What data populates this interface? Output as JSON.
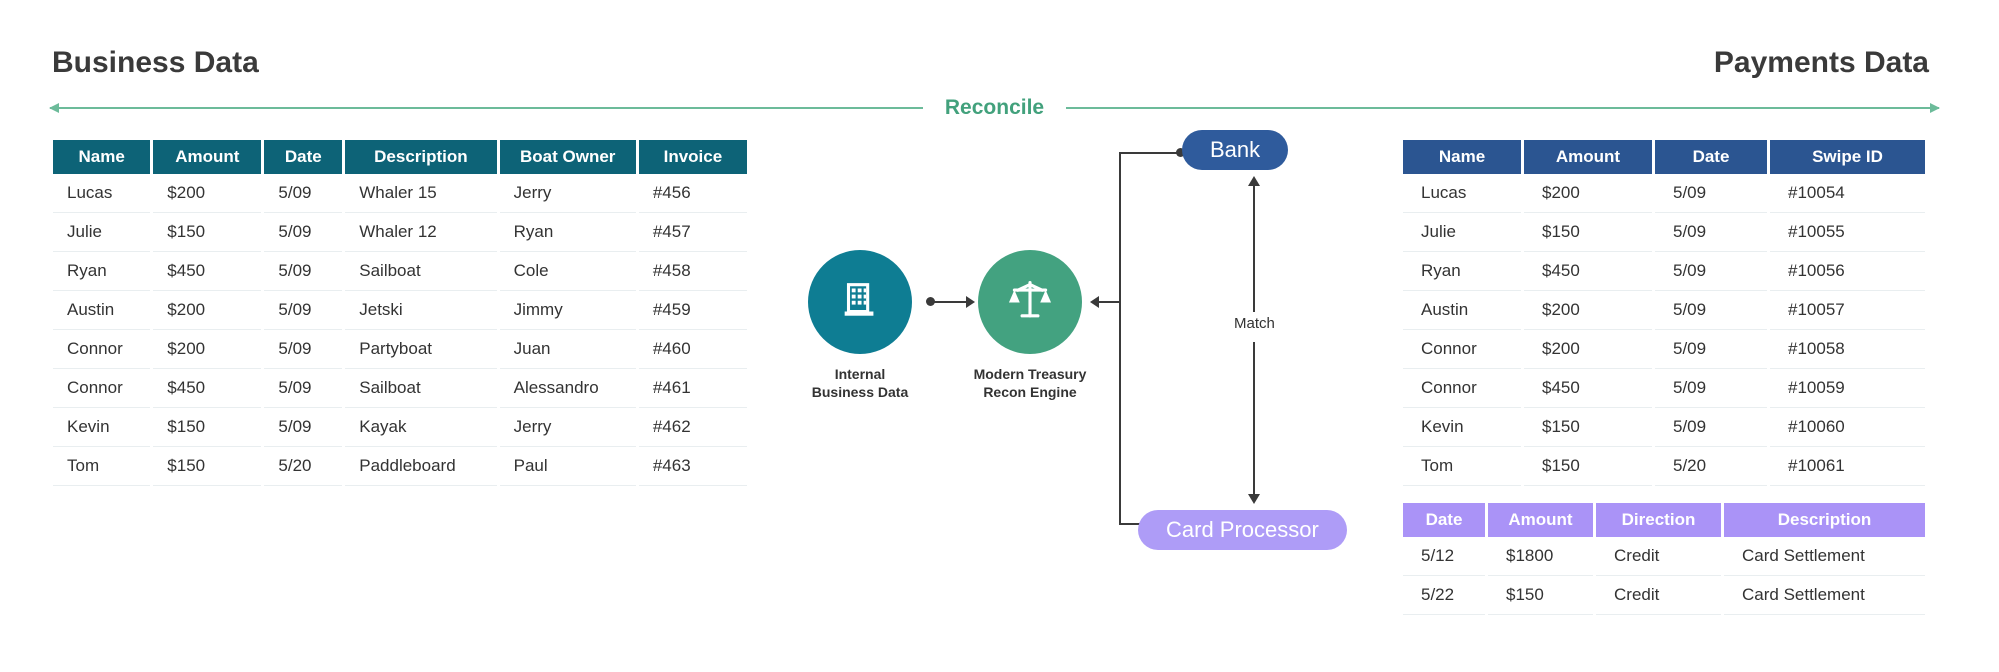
{
  "business": {
    "title": "Business Data",
    "columns": [
      "Name",
      "Amount",
      "Date",
      "Description",
      "Boat Owner",
      "Invoice"
    ],
    "rows": [
      [
        "Lucas",
        "$200",
        "5/09",
        "Whaler 15",
        "Jerry",
        "#456"
      ],
      [
        "Julie",
        "$150",
        "5/09",
        "Whaler 12",
        "Ryan",
        "#457"
      ],
      [
        "Ryan",
        "$450",
        "5/09",
        "Sailboat",
        "Cole",
        "#458"
      ],
      [
        "Austin",
        "$200",
        "5/09",
        "Jetski",
        "Jimmy",
        "#459"
      ],
      [
        "Connor",
        "$200",
        "5/09",
        "Partyboat",
        "Juan",
        "#460"
      ],
      [
        "Connor",
        "$450",
        "5/09",
        "Sailboat",
        "Alessandro",
        "#461"
      ],
      [
        "Kevin",
        "$150",
        "5/09",
        "Kayak",
        "Jerry",
        "#462"
      ],
      [
        "Tom",
        "$150",
        "5/20",
        "Paddleboard",
        "Paul",
        "#463"
      ]
    ]
  },
  "payments": {
    "title": "Payments Data",
    "columns": [
      "Name",
      "Amount",
      "Date",
      "Swipe ID"
    ],
    "rows": [
      [
        "Lucas",
        "$200",
        "5/09",
        "#10054"
      ],
      [
        "Julie",
        "$150",
        "5/09",
        "#10055"
      ],
      [
        "Ryan",
        "$450",
        "5/09",
        "#10056"
      ],
      [
        "Austin",
        "$200",
        "5/09",
        "#10057"
      ],
      [
        "Connor",
        "$200",
        "5/09",
        "#10058"
      ],
      [
        "Connor",
        "$450",
        "5/09",
        "#10059"
      ],
      [
        "Kevin",
        "$150",
        "5/09",
        "#10060"
      ],
      [
        "Tom",
        "$150",
        "5/20",
        "#10061"
      ]
    ]
  },
  "card_processor_table": {
    "columns": [
      "Date",
      "Amount",
      "Direction",
      "Description"
    ],
    "rows": [
      [
        "5/12",
        "$1800",
        "Credit",
        "Card Settlement"
      ],
      [
        "5/22",
        "$150",
        "Credit",
        "Card Settlement"
      ]
    ]
  },
  "reconcile": {
    "label": "Reconcile"
  },
  "diagram": {
    "internal_label": "Internal\nBusiness Data",
    "internal_label_line1": "Internal",
    "internal_label_line2": "Business Data",
    "engine_label_line1": "Modern Treasury",
    "engine_label_line2": "Recon Engine",
    "bank_pill": "Bank",
    "card_pill": "Card Processor",
    "match_label": "Match",
    "internal_icon": "building-icon",
    "engine_icon": "balance-scale-icon"
  },
  "colors": {
    "business_header": "#0d6377",
    "payments_header": "#2b5591",
    "card_header": "#aa93f7",
    "reconcile_green": "#42a17c",
    "reconcile_line": "#6cbb9a",
    "internal_circle": "#0e7d93",
    "engine_circle": "#43a280",
    "bank_pill": "#2f5b9c",
    "card_pill": "#ae9cf7",
    "connector": "#3a3a3a"
  }
}
